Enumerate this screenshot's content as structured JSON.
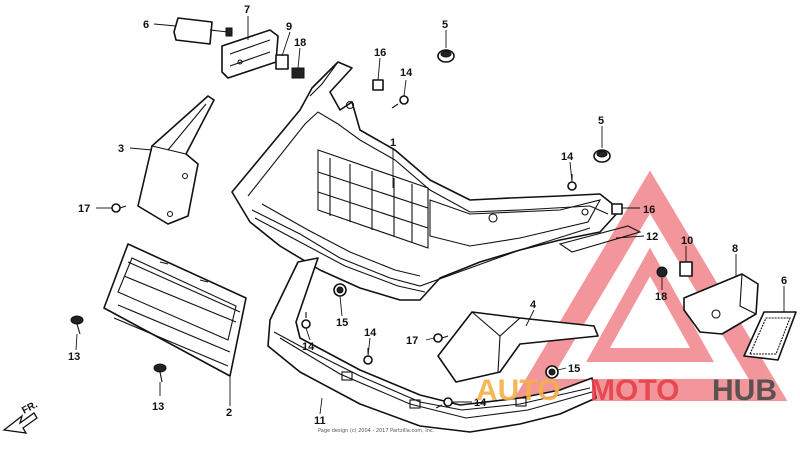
{
  "diagram": {
    "callouts": [
      {
        "id": "c6a",
        "text": "6"
      },
      {
        "id": "c7",
        "text": "7"
      },
      {
        "id": "c9",
        "text": "9"
      },
      {
        "id": "c18a",
        "text": "18"
      },
      {
        "id": "c5a",
        "text": "5"
      },
      {
        "id": "c16a",
        "text": "16"
      },
      {
        "id": "c14a",
        "text": "14"
      },
      {
        "id": "c3",
        "text": "3"
      },
      {
        "id": "c1",
        "text": "1"
      },
      {
        "id": "c5b",
        "text": "5"
      },
      {
        "id": "c14b",
        "text": "14"
      },
      {
        "id": "c17a",
        "text": "17"
      },
      {
        "id": "c16b",
        "text": "16"
      },
      {
        "id": "c12",
        "text": "12"
      },
      {
        "id": "c10",
        "text": "10"
      },
      {
        "id": "c8",
        "text": "8"
      },
      {
        "id": "c6b",
        "text": "6"
      },
      {
        "id": "c18b",
        "text": "18"
      },
      {
        "id": "c4",
        "text": "4"
      },
      {
        "id": "c15a",
        "text": "15"
      },
      {
        "id": "c14c",
        "text": "14"
      },
      {
        "id": "c14d",
        "text": "14"
      },
      {
        "id": "c17b",
        "text": "17"
      },
      {
        "id": "c13a",
        "text": "13"
      },
      {
        "id": "c13b",
        "text": "13"
      },
      {
        "id": "c2",
        "text": "2"
      },
      {
        "id": "c11",
        "text": "11"
      },
      {
        "id": "c15b",
        "text": "15"
      },
      {
        "id": "c14e",
        "text": "14"
      }
    ],
    "direction_label": "FR.",
    "copyright": "Page design (c) 2004 - 2017 Partzilla.com, Inc."
  },
  "watermark": {
    "text_auto": "AUTO",
    "text_moto": "MOTO",
    "text_hub": "HUB",
    "color_primary": "#e8414a",
    "color_secondary": "#f6b04a",
    "color_dark": "#4a4a4a"
  }
}
